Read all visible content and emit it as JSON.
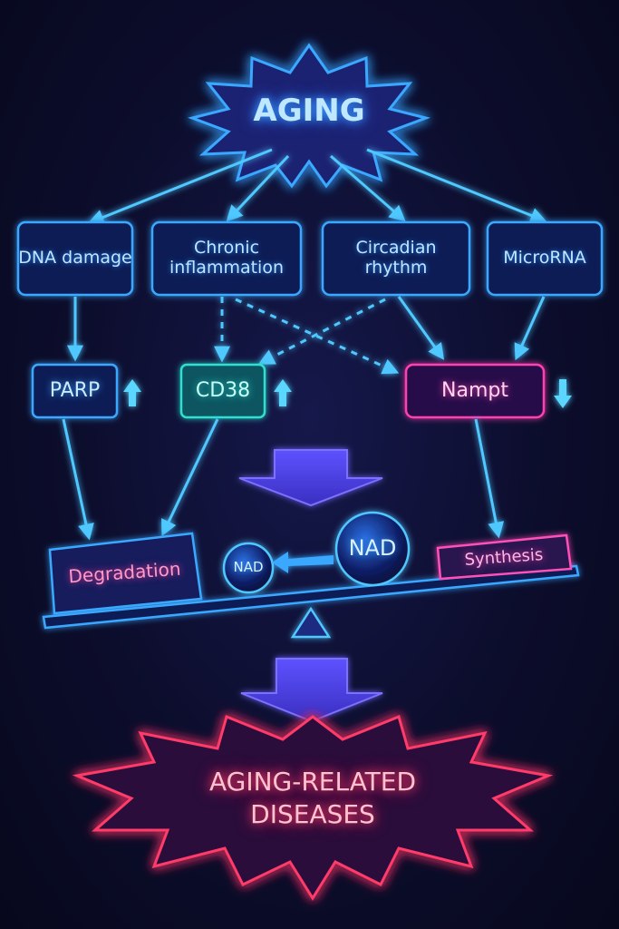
{
  "title": "AGING",
  "factors": [
    {
      "id": "dna",
      "label": "DNA damage"
    },
    {
      "id": "inflammation",
      "label": "Chronic inflammation"
    },
    {
      "id": "circadian",
      "label": "Circadian rhythm"
    },
    {
      "id": "microrna",
      "label": "MicroRNA"
    }
  ],
  "enzymes": {
    "parp": {
      "label": "PARP",
      "trend": "up"
    },
    "cd38": {
      "label": "CD38",
      "trend": "up"
    },
    "nampt": {
      "label": "Nampt",
      "trend": "down"
    }
  },
  "balance": {
    "degradation": "Degradation",
    "synthesis": "Synthesis",
    "nad_small": "NAD",
    "nad_large": "NAD"
  },
  "outcome": "AGING-RELATED DISEASES",
  "colors": {
    "blue_glow": "#3aa0ff",
    "cyan": "#28d7d0",
    "pink": "#ff3fb0",
    "red": "#ff3a5a",
    "purple": "#5b3cff"
  }
}
